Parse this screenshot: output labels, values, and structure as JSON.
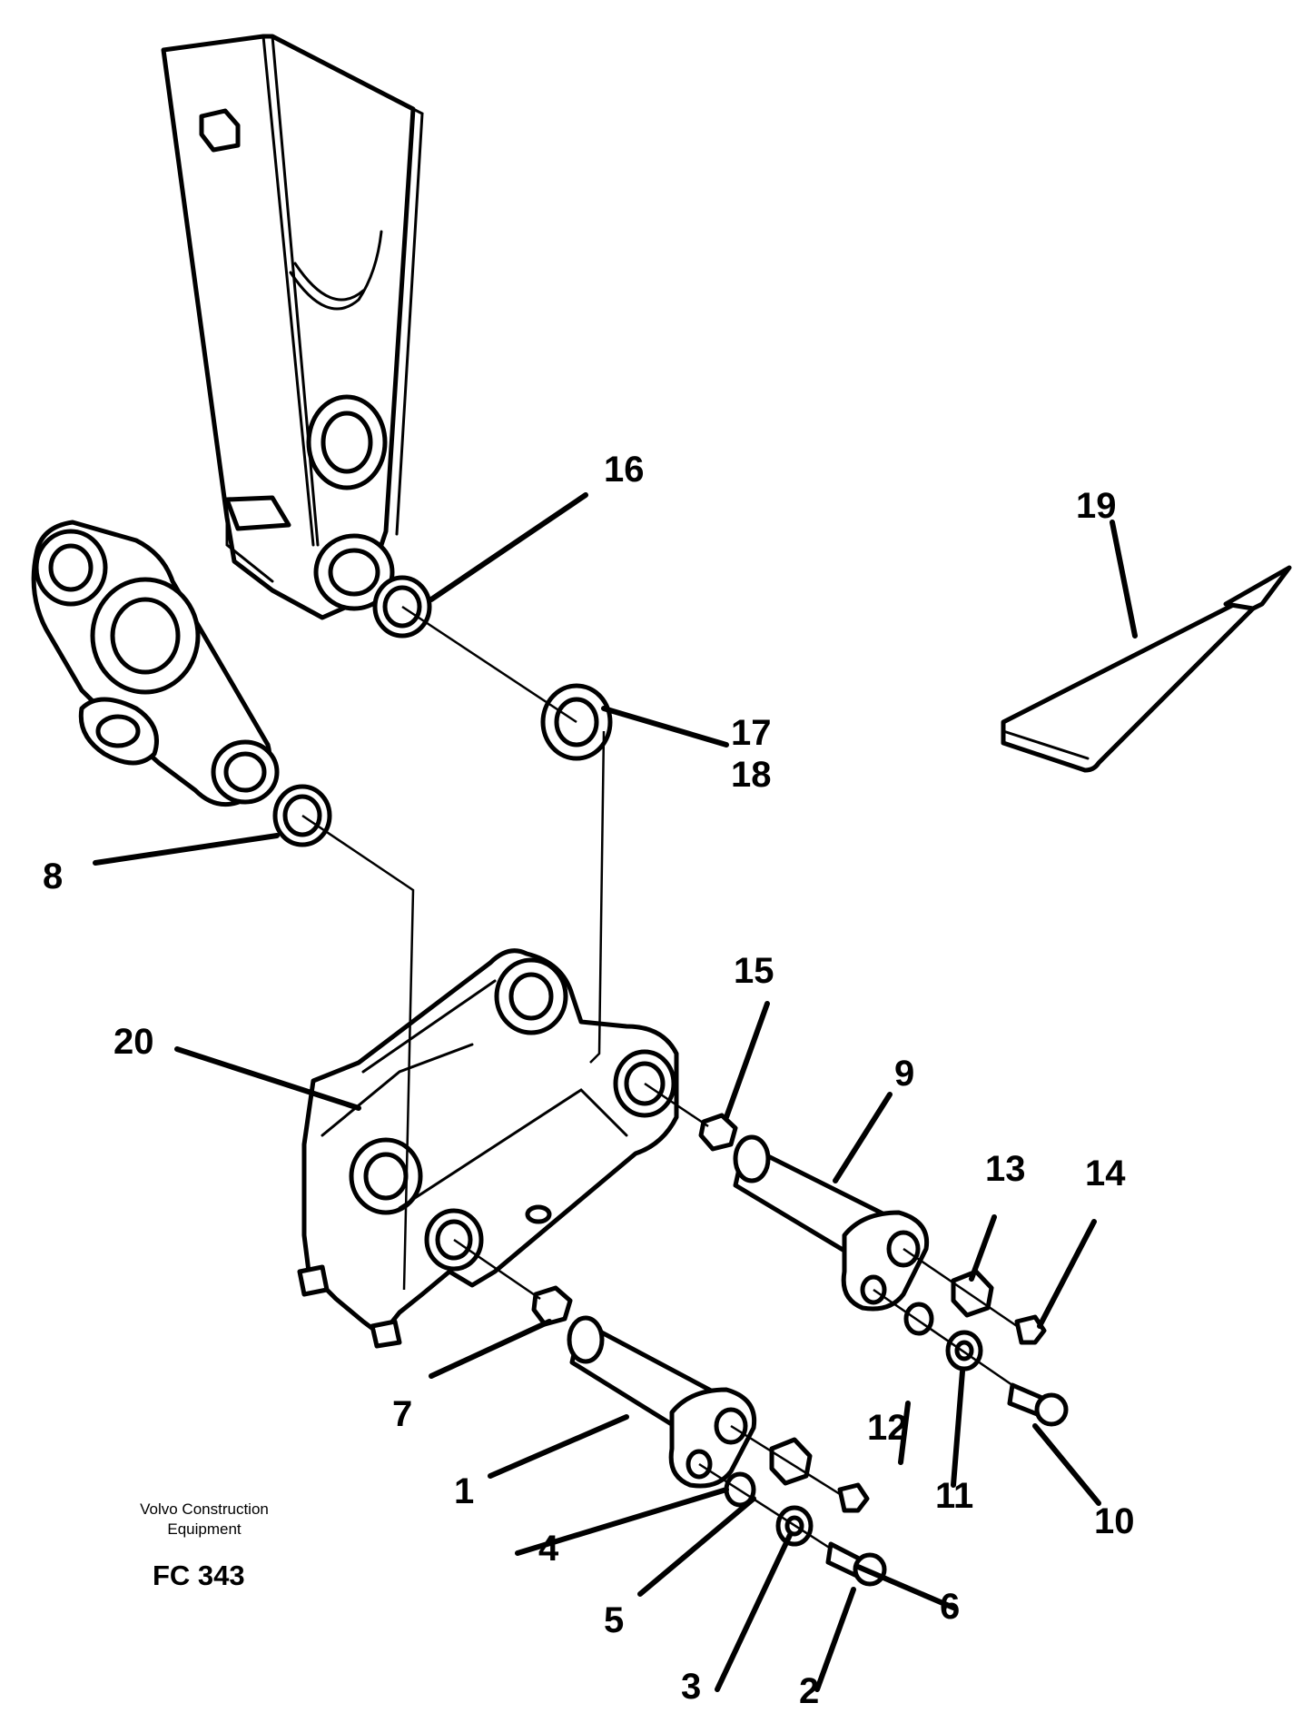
{
  "drawing": {
    "callouts": [
      {
        "id": "c1",
        "text": "1"
      },
      {
        "id": "c2",
        "text": "2"
      },
      {
        "id": "c3",
        "text": "3"
      },
      {
        "id": "c4",
        "text": "4"
      },
      {
        "id": "c5",
        "text": "5"
      },
      {
        "id": "c6",
        "text": "6"
      },
      {
        "id": "c7",
        "text": "7"
      },
      {
        "id": "c8",
        "text": "8"
      },
      {
        "id": "c9",
        "text": "9"
      },
      {
        "id": "c10",
        "text": "10"
      },
      {
        "id": "c11",
        "text": "11"
      },
      {
        "id": "c12",
        "text": "12"
      },
      {
        "id": "c13",
        "text": "13"
      },
      {
        "id": "c14",
        "text": "14"
      },
      {
        "id": "c15",
        "text": "15"
      },
      {
        "id": "c16",
        "text": "16"
      },
      {
        "id": "c17",
        "text": "17"
      },
      {
        "id": "c18",
        "text": "18"
      },
      {
        "id": "c19",
        "text": "19"
      },
      {
        "id": "c20",
        "text": "20"
      }
    ]
  },
  "caption": {
    "company_line1": "Volvo Construction",
    "company_line2": "Equipment",
    "figure_code": "FC 343"
  }
}
